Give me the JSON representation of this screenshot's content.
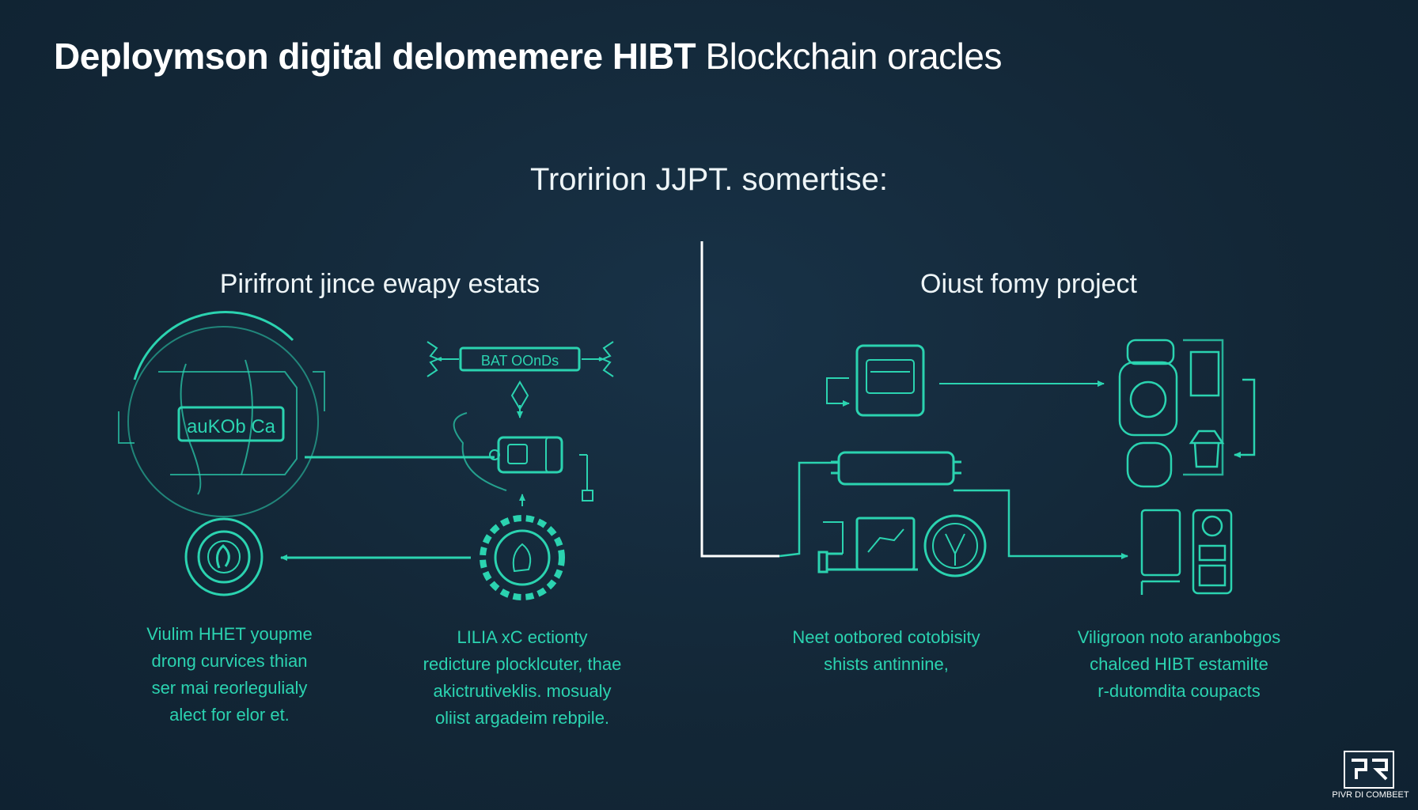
{
  "title": {
    "bold": "Deploymson digital delomemere HIBT",
    "light": "Blockchain oracles"
  },
  "subtitle": "Troririon JJPT. somertise:",
  "left": {
    "title": "Pirifront jince ewapy estats",
    "chip_label": "auKOb Ca",
    "banner_label": "BAT OOnDs",
    "caption_a": [
      "Viulim HHET youpme",
      "drong curvices thian",
      "ser mai reorlegulialy",
      "alect for elor et."
    ],
    "caption_b": [
      "LILIA xC ectionty",
      "redicture plocklcuter, thae",
      "akictrutiveklis. mosualy",
      "oliist argadeim rebpile."
    ]
  },
  "right": {
    "title": "Oiust fomy project",
    "caption_a": [
      "Neet ootbored cotobisity",
      "shists antinnine,"
    ],
    "caption_b": [
      "Viligroon noto aranbobgos",
      "chalced HIBT estamilte",
      "r-dutomdita coupacts"
    ]
  },
  "badge": {
    "text": "PIVR DI COMBEET"
  },
  "colors": {
    "background": "#14293a",
    "accent": "#2bd3b0",
    "text": "#ffffff"
  }
}
